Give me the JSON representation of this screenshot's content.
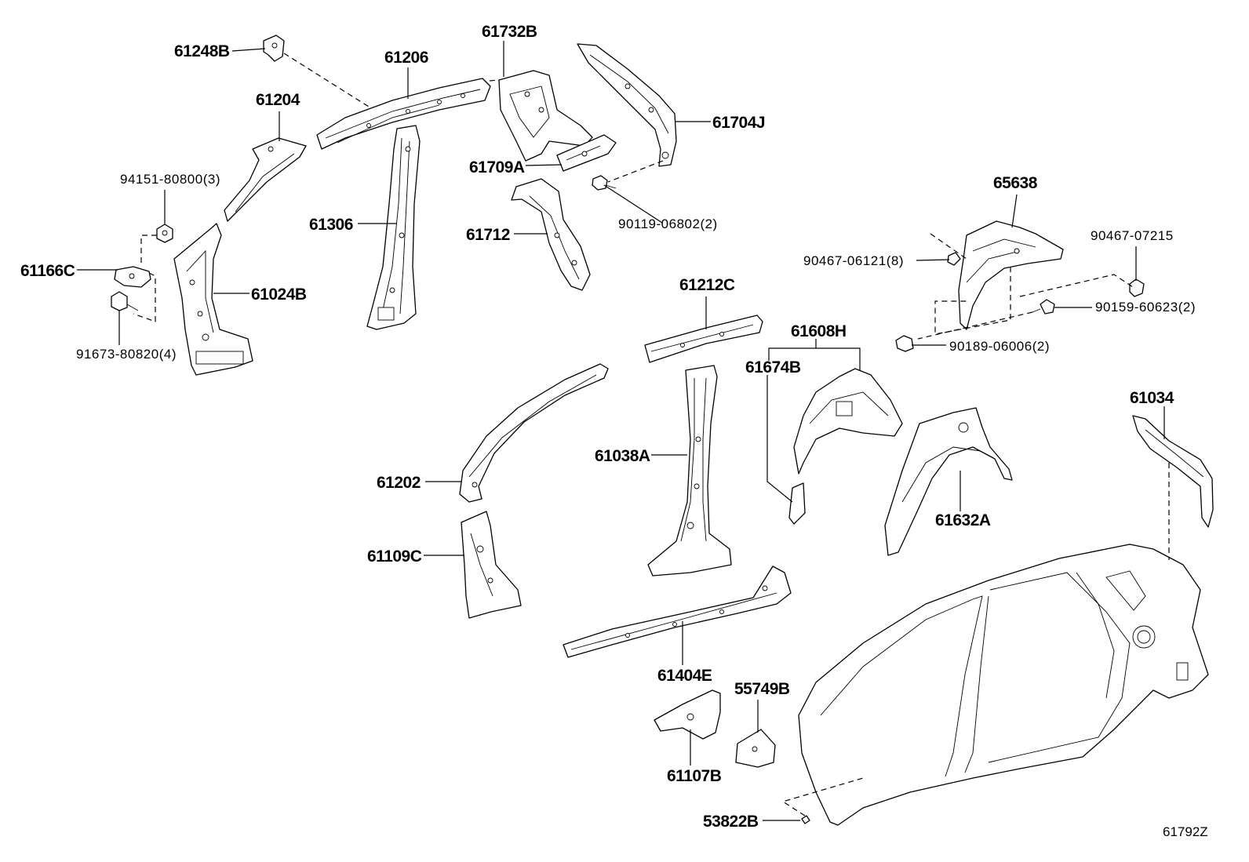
{
  "diagram": {
    "reference_code": "61792Z",
    "parts": [
      {
        "id": "p61248B",
        "number": "61248B"
      },
      {
        "id": "p61206",
        "number": "61206"
      },
      {
        "id": "p61732B",
        "number": "61732B"
      },
      {
        "id": "p61204",
        "number": "61204"
      },
      {
        "id": "p61704J",
        "number": "61704J"
      },
      {
        "id": "p61709A",
        "number": "61709A"
      },
      {
        "id": "p94151",
        "number": "94151-80800(3)"
      },
      {
        "id": "p90119",
        "number": "90119-06802(2)"
      },
      {
        "id": "p61306",
        "number": "61306"
      },
      {
        "id": "p61712",
        "number": "61712"
      },
      {
        "id": "p61166C",
        "number": "61166C"
      },
      {
        "id": "p61024B",
        "number": "61024B"
      },
      {
        "id": "p91673",
        "number": "91673-80820(4)"
      },
      {
        "id": "p65638",
        "number": "65638"
      },
      {
        "id": "p90467a",
        "number": "90467-07215"
      },
      {
        "id": "p90467b",
        "number": "90467-06121(8)"
      },
      {
        "id": "p90159",
        "number": "90159-60623(2)"
      },
      {
        "id": "p90189",
        "number": "90189-06006(2)"
      },
      {
        "id": "p61212C",
        "number": "61212C"
      },
      {
        "id": "p61608H",
        "number": "61608H"
      },
      {
        "id": "p61674B",
        "number": "61674B"
      },
      {
        "id": "p61034",
        "number": "61034"
      },
      {
        "id": "p61202",
        "number": "61202"
      },
      {
        "id": "p61038A",
        "number": "61038A"
      },
      {
        "id": "p61632A",
        "number": "61632A"
      },
      {
        "id": "p61109C",
        "number": "61109C"
      },
      {
        "id": "p61404E",
        "number": "61404E"
      },
      {
        "id": "p55749B",
        "number": "55749B"
      },
      {
        "id": "p61107B",
        "number": "61107B"
      },
      {
        "id": "p53822B",
        "number": "53822B"
      }
    ]
  }
}
